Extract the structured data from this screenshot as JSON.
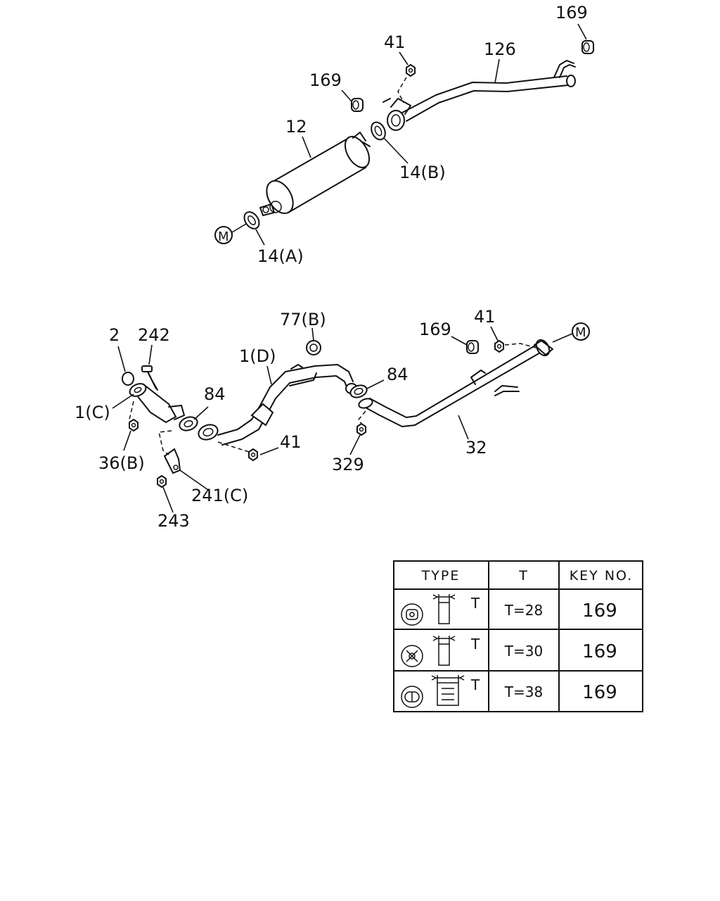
{
  "callouts": {
    "c169_top": "169",
    "c41_top": "41",
    "c126": "126",
    "c169_mid": "169",
    "c12": "12",
    "c14b": "14(B)",
    "c14a": "14(A)",
    "m_top": "M",
    "c77b": "77(B)",
    "c2": "2",
    "c242": "242",
    "c1d": "1(D)",
    "c84_left": "84",
    "c84_right": "84",
    "c169_low": "169",
    "c41_low_right": "41",
    "m_low": "M",
    "c1c": "1(C)",
    "c36b": "36(B)",
    "c41_low": "41",
    "c329": "329",
    "c32": "32",
    "c241c": "241(C)",
    "c243": "243"
  },
  "table": {
    "headers": {
      "type": "TYPE",
      "t": "T",
      "key": "KEY NO."
    },
    "dim_label": "T",
    "rows": [
      {
        "icon": "mount-rubber-type-1-icon",
        "t": "T=28",
        "key": "169"
      },
      {
        "icon": "mount-rubber-type-2-icon",
        "t": "T=30",
        "key": "169"
      },
      {
        "icon": "mount-rubber-type-3-icon",
        "t": "T=38",
        "key": "169"
      }
    ]
  }
}
